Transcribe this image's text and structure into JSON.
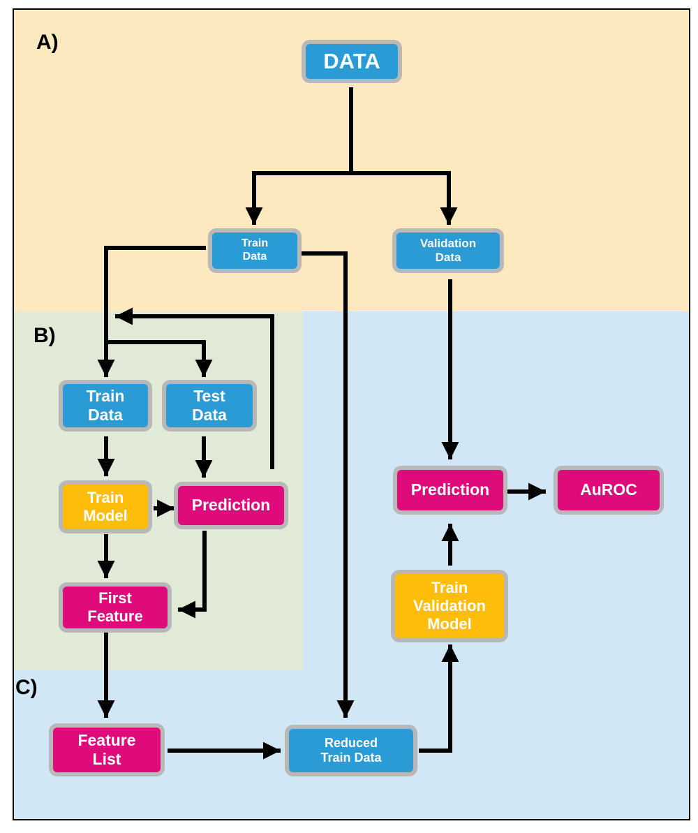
{
  "sections": {
    "a": "A)",
    "b": "B)",
    "c": "C)"
  },
  "nodes": {
    "data": "DATA",
    "train_data_top": "Train\nData",
    "validation_data": "Validation\nData",
    "train_data_b": "Train\nData",
    "test_data_b": "Test\nData",
    "train_model": "Train\nModel",
    "prediction_b": "Prediction",
    "first_feature": "First\nFeature",
    "feature_list": "Feature\nList",
    "reduced_train_data": "Reduced\nTrain Data",
    "train_validation_model": "Train\nValidation\nModel",
    "prediction_c": "Prediction",
    "auroc": "AuROC"
  },
  "colors": {
    "region_a": "#fde9bf",
    "region_b": "#e0ead6",
    "region_c": "#d1e7f5",
    "blue_node": "#2b9bd6",
    "pink_node": "#df0b7b",
    "gold_node": "#fdbd0a",
    "node_border": "#b8b8b8"
  }
}
